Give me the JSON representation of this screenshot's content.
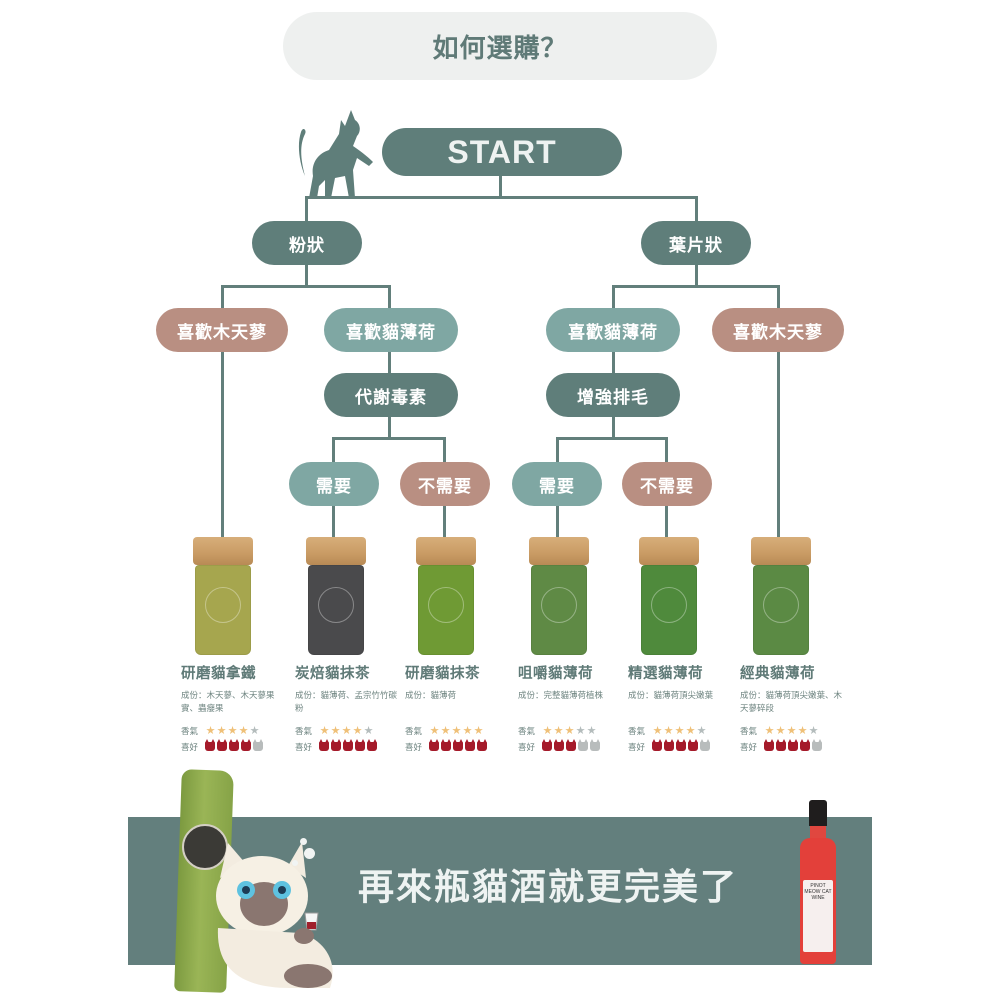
{
  "header": {
    "title": "如何選購？"
  },
  "flowchart": {
    "start": "START",
    "level1": [
      {
        "label": "粉狀"
      },
      {
        "label": "葉片狀"
      }
    ],
    "level2": [
      {
        "label": "喜歡木天蓼",
        "tone": "rose"
      },
      {
        "label": "喜歡貓薄荷",
        "tone": "teal"
      },
      {
        "label": "喜歡貓薄荷",
        "tone": "teal"
      },
      {
        "label": "喜歡木天蓼",
        "tone": "rose"
      }
    ],
    "level3": [
      {
        "label": "代謝毒素"
      },
      {
        "label": "增強排毛"
      }
    ],
    "level4": [
      {
        "label": "需要",
        "tone": "teal"
      },
      {
        "label": "不需要",
        "tone": "rose"
      },
      {
        "label": "需要",
        "tone": "teal"
      },
      {
        "label": "不需要",
        "tone": "rose"
      }
    ]
  },
  "labels": {
    "aroma": "香氣",
    "preference": "喜好"
  },
  "products": [
    {
      "name": "研磨貓拿鐵",
      "ingredients": "成份：木天蓼、木天蓼果實、蟲癭果",
      "aroma": 4,
      "preference": 4,
      "jar_color": "#a6a64e"
    },
    {
      "name": "炭焙貓抹茶",
      "ingredients": "成份：貓薄荷、孟宗竹竹碳粉",
      "aroma": 4,
      "preference": 5,
      "jar_color": "#4a4a4c"
    },
    {
      "name": "研磨貓抹茶",
      "ingredients": "成份：貓薄荷",
      "aroma": 5,
      "preference": 5,
      "jar_color": "#6f9a34"
    },
    {
      "name": "咀嚼貓薄荷",
      "ingredients": "成份：完整貓薄荷植株",
      "aroma": 3,
      "preference": 3,
      "jar_color": "#5f8a45"
    },
    {
      "name": "精選貓薄荷",
      "ingredients": "成份：貓薄荷頂尖嫩葉",
      "aroma": 4,
      "preference": 4,
      "jar_color": "#4f8a3c"
    },
    {
      "name": "經典貓薄荷",
      "ingredients": "成份：貓薄荷頂尖嫩葉、木天蓼碎段",
      "aroma": 4,
      "preference": 4,
      "jar_color": "#5b8a44"
    }
  ],
  "max_rating": 5,
  "banner": {
    "text": "再來瓶貓酒就更完美了",
    "wine_label": "PINOT MEOW CAT WINE"
  },
  "colors": {
    "dark_node": "#5f7e7a",
    "teal_node": "#7fa7a3",
    "rose_node": "#b98f82",
    "star_on": "#efc078",
    "cat_on": "#a51a2a",
    "banner_bg": "#637f7d"
  }
}
